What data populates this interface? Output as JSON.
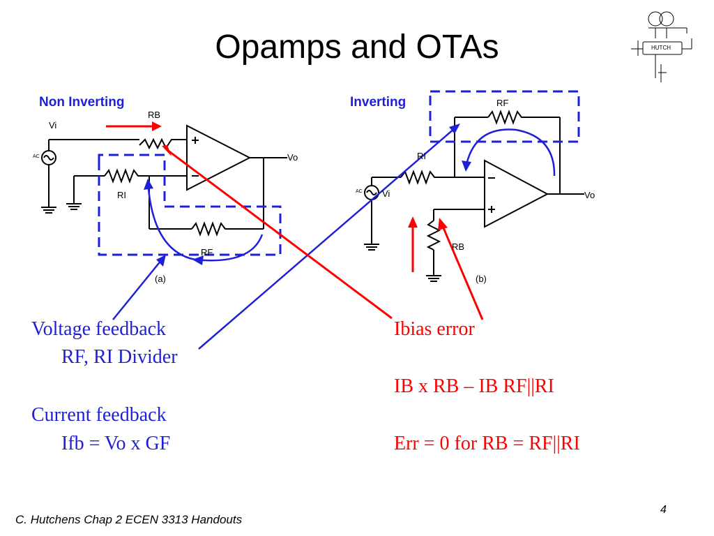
{
  "slide": {
    "title": "Opamps and OTAs",
    "footer": "C. Hutchens Chap 2 ECEN 3313 Handouts",
    "page_number": "4"
  },
  "logo": {
    "text": "HUTCH"
  },
  "circuit_a": {
    "heading": "Non Inverting",
    "vi": "Vi",
    "rb": "RB",
    "ac": "AC",
    "vo": "Vo",
    "ri": "RI",
    "rf": "RF",
    "caption": "(a)"
  },
  "circuit_b": {
    "heading": "Inverting",
    "rf": "RF",
    "ri": "RI",
    "ac": "AC",
    "vi": "Vi",
    "vo": "Vo",
    "rb": "RB",
    "caption": "(b)"
  },
  "notes_left": {
    "line1": "Voltage feedback",
    "line2": "RF, RI Divider",
    "line3": "Current feedback",
    "line4": "Ifb = Vo x GF"
  },
  "notes_right": {
    "line1": "Ibias error",
    "line2": "IB x RB – IB RF||RI",
    "line3": "Err = 0 for RB = RF||RI"
  },
  "colors": {
    "accent_blue": "#1f1fd8",
    "error_red": "#ff0000",
    "text": "#000000"
  }
}
